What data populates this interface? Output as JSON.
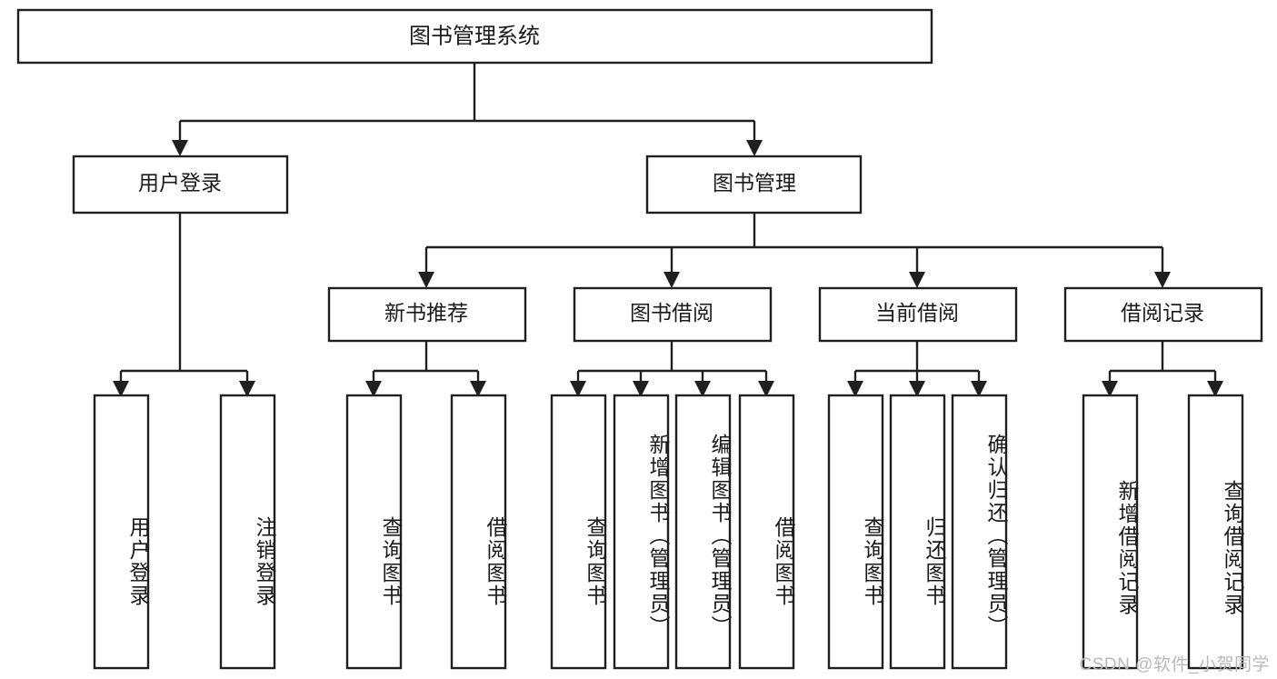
{
  "diagram": {
    "type": "tree",
    "title": "图书管理系统",
    "watermark": "CSDN @软件_小贺同学",
    "colors": {
      "background": "#ffffff",
      "stroke": "#1f1f1f",
      "box_fill": "#ffffff",
      "text": "#1a1a1a",
      "watermark": "#b9b9b9"
    },
    "root": {
      "label": "图书管理系统"
    },
    "level2": [
      {
        "label": "用户登录"
      },
      {
        "label": "图书管理"
      }
    ],
    "level3": [
      {
        "label": "新书推荐"
      },
      {
        "label": "图书借阅"
      },
      {
        "label": "当前借阅"
      },
      {
        "label": "借阅记录"
      }
    ],
    "leaves": {
      "user_login": [
        {
          "label": "用户登录"
        },
        {
          "label": "注销登录"
        }
      ],
      "new_book_recommend": [
        {
          "label": "查询图书"
        },
        {
          "label": "借阅图书"
        }
      ],
      "book_borrow": [
        {
          "label": "查询图书"
        },
        {
          "label": "新增图书（管理员）"
        },
        {
          "label": "编辑图书（管理员）"
        },
        {
          "label": "借阅图书"
        }
      ],
      "current_borrow": [
        {
          "label": "查询图书"
        },
        {
          "label": "归还图书"
        },
        {
          "label": "确认归还（管理员）"
        }
      ],
      "borrow_records": [
        {
          "label": "新增借阅记录"
        },
        {
          "label": "查询借阅记录"
        }
      ]
    }
  }
}
